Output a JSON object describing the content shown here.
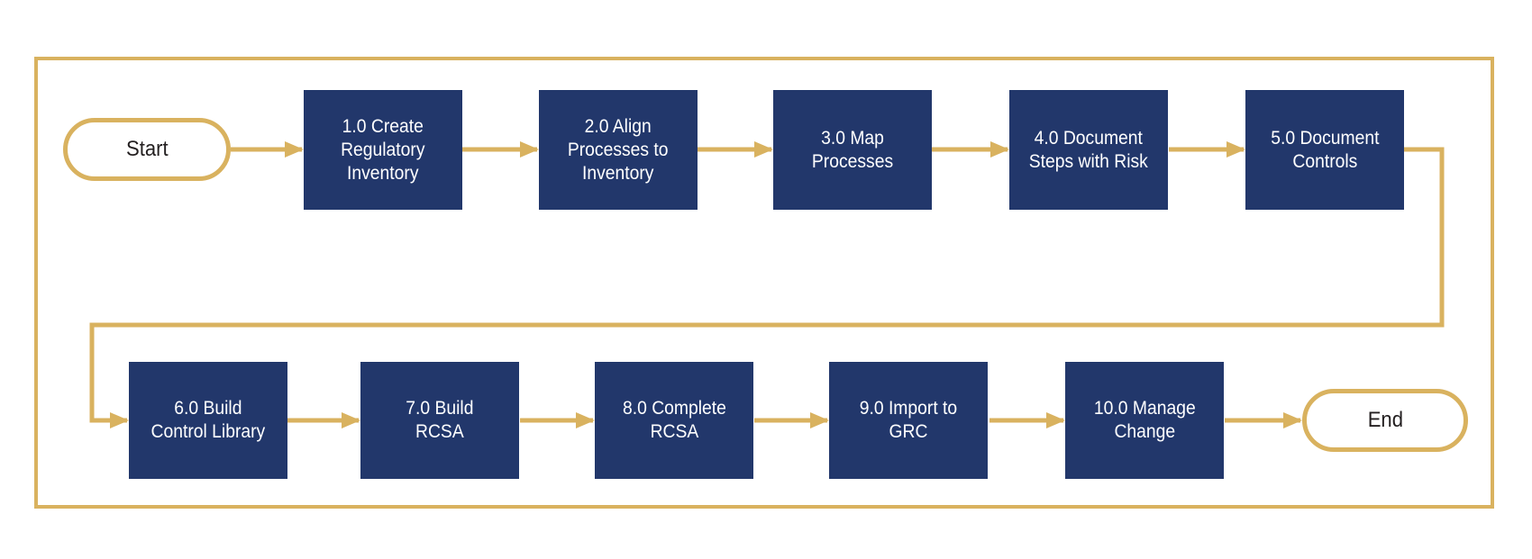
{
  "diagram_type": "process-flowchart",
  "colors": {
    "box_fill": "#22376B",
    "box_text": "#FFFFFF",
    "connector_gold": "#D9B25F",
    "terminal_text": "#231F20",
    "background": "#FFFFFF"
  },
  "terminals": {
    "start": "Start",
    "end": "End"
  },
  "nodes": [
    {
      "id": "1.0",
      "label": "1.0 Create\nRegulatory\nInventory"
    },
    {
      "id": "2.0",
      "label": "2.0 Align\nProcesses to\nInventory"
    },
    {
      "id": "3.0",
      "label": "3.0 Map\nProcesses"
    },
    {
      "id": "4.0",
      "label": "4.0 Document\nSteps with Risk"
    },
    {
      "id": "5.0",
      "label": "5.0 Document\nControls"
    },
    {
      "id": "6.0",
      "label": "6.0 Build\nControl Library"
    },
    {
      "id": "7.0",
      "label": "7.0 Build\nRCSA"
    },
    {
      "id": "8.0",
      "label": "8.0 Complete\nRCSA"
    },
    {
      "id": "9.0",
      "label": "9.0 Import to\nGRC"
    },
    {
      "id": "10.0",
      "label": "10.0 Manage\nChange"
    }
  ],
  "flow_order": [
    "Start",
    "1.0",
    "2.0",
    "3.0",
    "4.0",
    "5.0",
    "6.0",
    "7.0",
    "8.0",
    "9.0",
    "10.0",
    "End"
  ]
}
